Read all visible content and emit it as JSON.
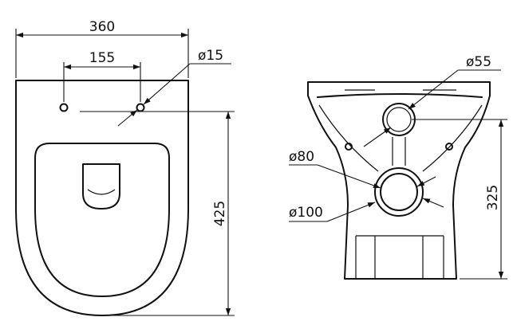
{
  "top_view": {
    "dim_width": "360",
    "dim_hole_spacing": "155",
    "dim_hole_dia": "ø15",
    "dim_length": "425"
  },
  "front_view": {
    "dim_inlet_dia": "ø55",
    "dim_outlet_inner_dia": "ø80",
    "dim_outlet_outer_dia": "ø100",
    "dim_height": "325"
  }
}
